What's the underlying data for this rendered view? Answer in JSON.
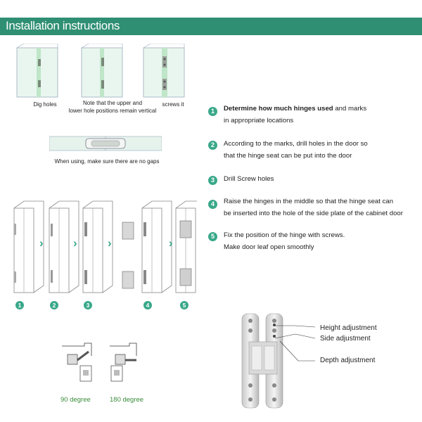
{
  "header": {
    "title": "Installation instructions"
  },
  "top_panels": {
    "captions": [
      "Dig  holes",
      "Note that the upper and\nlower hole positions remain vertical",
      "screws it"
    ]
  },
  "gap_panel": {
    "caption": "When using, make sure there are no gaps"
  },
  "steps": [
    {
      "number": "1",
      "bold": "Determine how much hinges used",
      "text": " and marks\nin appropriate locations"
    },
    {
      "number": "2",
      "bold": "",
      "text": "According to the marks, drill holes in the door  so\nthat the hinge seat can be put into the door"
    },
    {
      "number": "3",
      "bold": "",
      "text": " Drill  Screw holes"
    },
    {
      "number": "4",
      "bold": "",
      "text": "Raise the    hinges  in the middle so that the hinge seat can\nbe inserted into the hole of the side plate of the cabinet door"
    },
    {
      "number": "5",
      "bold": "",
      "text": "Fix the position of the hinge with screws.\nMake door leaf open smoothly"
    }
  ],
  "sequence": {
    "numbers": [
      "1",
      "2",
      "3",
      "4",
      "5"
    ]
  },
  "angles": [
    "90 degree",
    "180 degree"
  ],
  "adjustments": [
    "Height adjustment",
    "Side adjustment",
    "Depth adjustment"
  ],
  "colors": {
    "accent": "#2f8f73",
    "badge": "#3aa88a",
    "angle_text": "#3a8c3a"
  }
}
